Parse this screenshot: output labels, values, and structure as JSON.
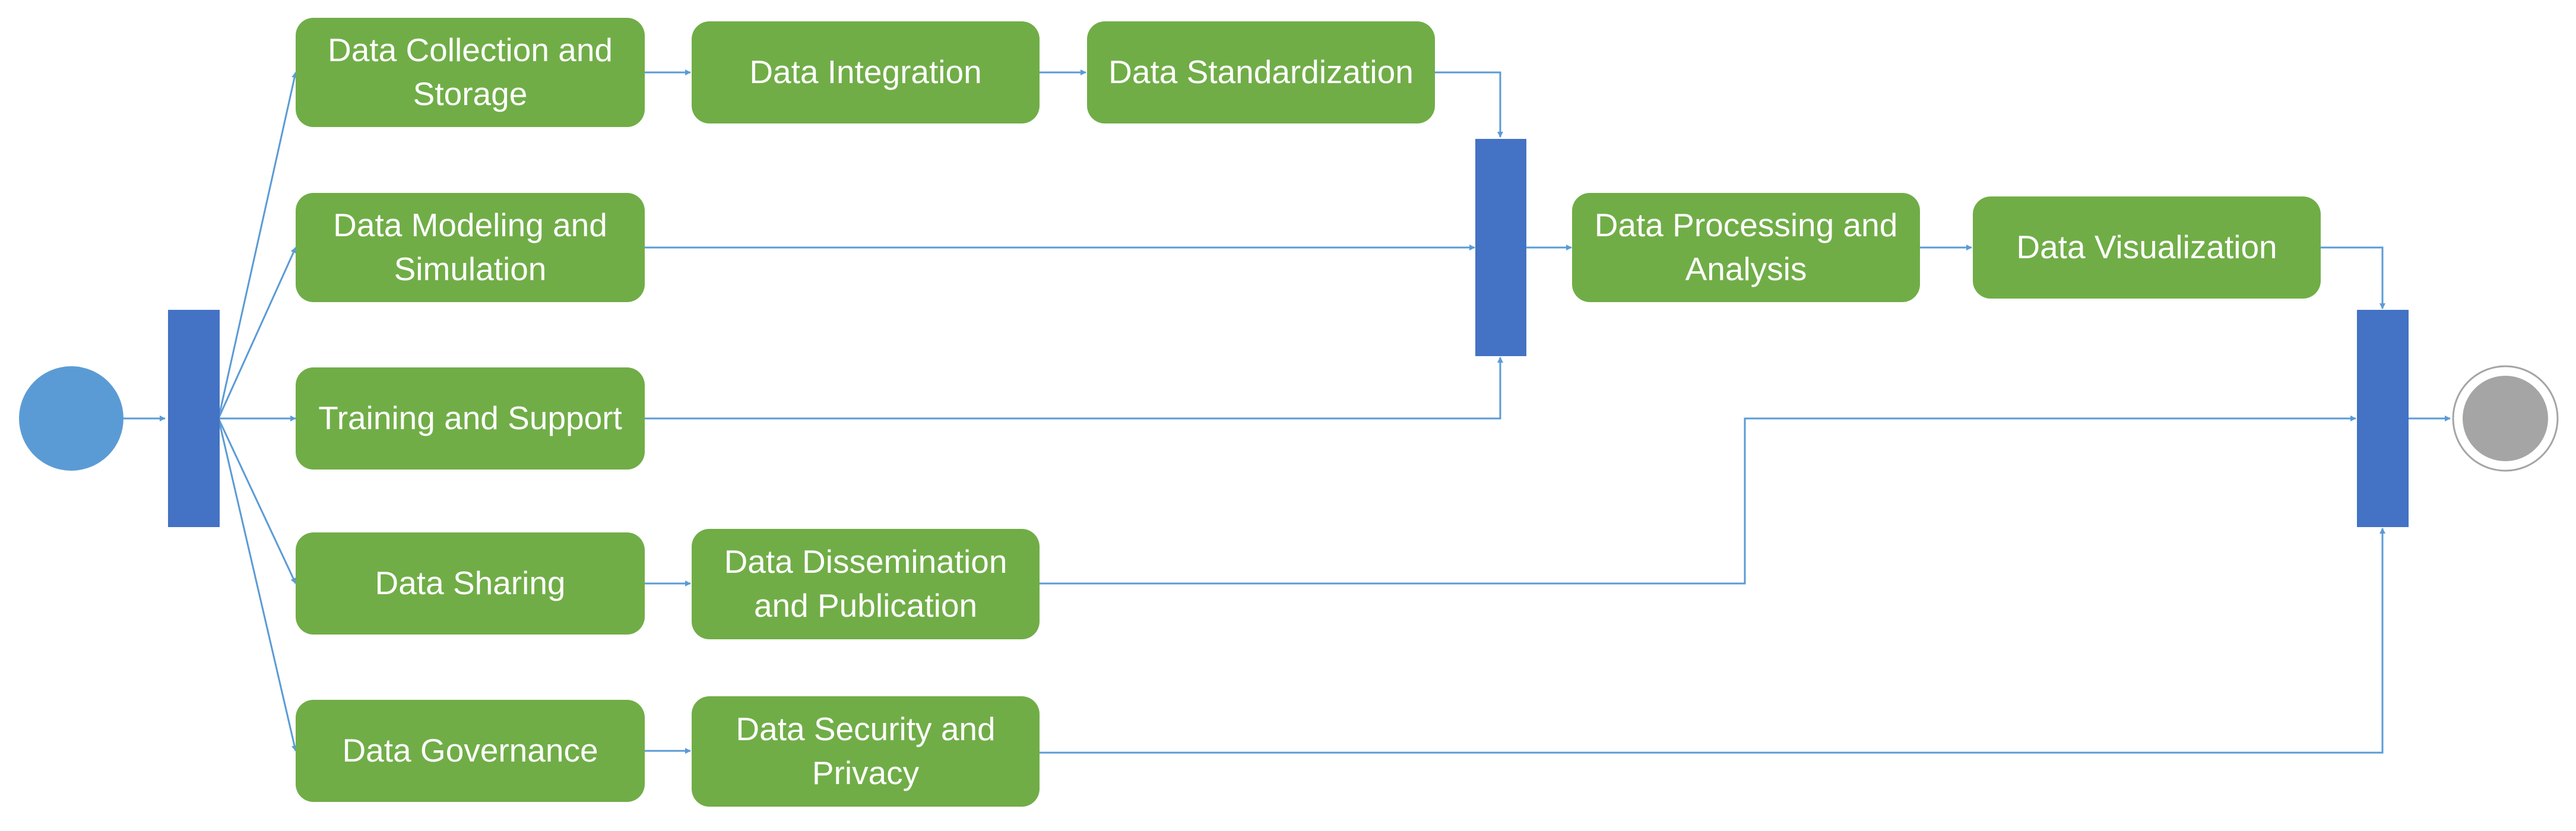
{
  "diagram": {
    "colors": {
      "activity_fill": "#70ad47",
      "activity_text": "#ffffff",
      "bar_fill": "#4472c4",
      "start_fill": "#5b9bd5",
      "end_fill": "#a5a5a5",
      "end_ring": "#a5a5a5",
      "arrow": "#5b9bd5"
    },
    "activities": {
      "collection": [
        "Data Collection and",
        "Storage"
      ],
      "integration": [
        "Data Integration"
      ],
      "standardization": [
        "Data Standardization"
      ],
      "modeling": [
        "Data Modeling and",
        "Simulation"
      ],
      "processing": [
        "Data Processing and",
        "Analysis"
      ],
      "visualization": [
        "Data Visualization"
      ],
      "training": [
        "Training and Support"
      ],
      "sharing": [
        "Data Sharing"
      ],
      "dissemination": [
        "Data Dissemination",
        "and Publication"
      ],
      "governance": [
        "Data Governance"
      ],
      "security": [
        "Data Security and",
        "Privacy"
      ]
    }
  }
}
